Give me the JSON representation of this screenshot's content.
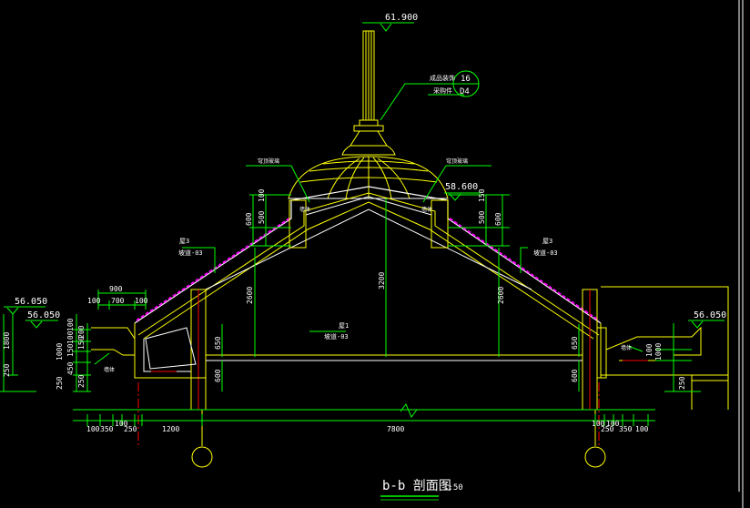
{
  "drawing": {
    "title": "b-b 剖面图",
    "scale": "1:50"
  },
  "elevations": {
    "finial_top": "61.900",
    "ridge": "58.600",
    "eave_left": "56.050",
    "eave_left_inner": "56.050",
    "eave_right": "56.050"
  },
  "callouts": {
    "finial_line1": "成品装饰",
    "finial_line2": "采购件",
    "detail_num": "16",
    "detail_sheet": "D4",
    "dome_left": "穹顶玻璃",
    "dome_right": "穹顶玻璃",
    "roof_left_1": "屋3",
    "roof_left_2": "坡道-03",
    "roof_right_1": "屋3",
    "roof_right_2": "坡道-03",
    "floor_1": "屋1",
    "floor_2": "坡道-03",
    "lintel_left": "墙体",
    "lintel_right": "墙体",
    "eave_left_note": "墙体",
    "eave_right_note": "墙体"
  },
  "dimensions": {
    "top_900": "900",
    "top_100a": "100",
    "top_700": "700",
    "top_100b": "100",
    "left_1800": "1800",
    "left_250": "250",
    "left_1000": "1000",
    "left_100a": "100",
    "left_150": "150",
    "left_200": "200",
    "left_450": "450",
    "left_250b": "250",
    "left_150b": "150",
    "left_250c": "250",
    "left_100b": "100",
    "dome_l_600": "600",
    "dome_l_500": "500",
    "dome_l_100": "100",
    "dome_r_600": "600",
    "dome_r_500": "500",
    "dome_r_150": "150",
    "wall_2600_l": "2600",
    "wall_2600_r": "2600",
    "center_3200": "3200",
    "int_650_l": "650",
    "int_600_l": "600",
    "int_650_r": "650",
    "int_600_r": "600",
    "right_100": "100",
    "right_1000": "1000",
    "right_250": "250",
    "bot_100a": "100",
    "bot_350a": "350",
    "bot_100b": "100",
    "bot_1200": "1200",
    "bot_7800": "7800",
    "bot_100c": "100",
    "bot_100d": "100",
    "bot_250": "250",
    "bot_350b": "350",
    "bot_100e": "100"
  },
  "axes": {
    "left": "",
    "right": ""
  },
  "colors": {
    "background": "#000000",
    "outline": "#ffff00",
    "structure": "#ffffff",
    "dimension": "#00ff00",
    "roof_tile": "#ff00ff",
    "axis": "#ff0000",
    "cyan": "#00ffff"
  }
}
